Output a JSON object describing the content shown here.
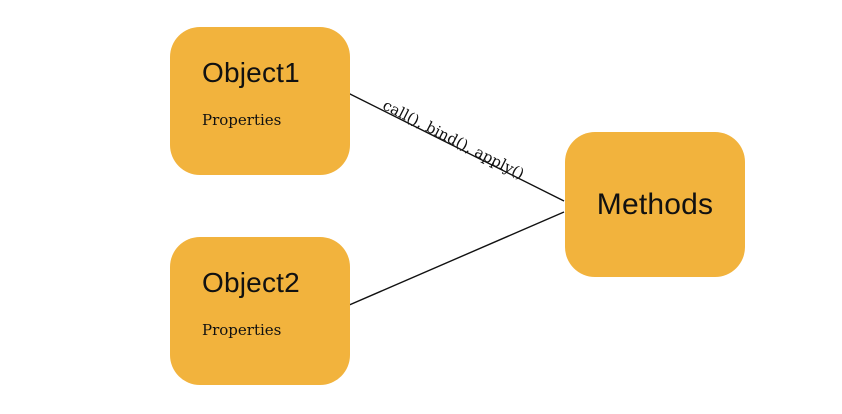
{
  "diagram": {
    "colors": {
      "box": "#f2b33d",
      "ink": "#111111",
      "background": "#ffffff"
    },
    "nodes": {
      "object1": {
        "title": "Object1",
        "subtitle": "Properties"
      },
      "object2": {
        "title": "Object2",
        "subtitle": "Properties"
      },
      "methods": {
        "title": "Methods"
      }
    },
    "edges": {
      "methods_to_object1": {
        "label": "call(), bind(), apply()"
      },
      "methods_to_object2": {
        "label": ""
      }
    }
  }
}
